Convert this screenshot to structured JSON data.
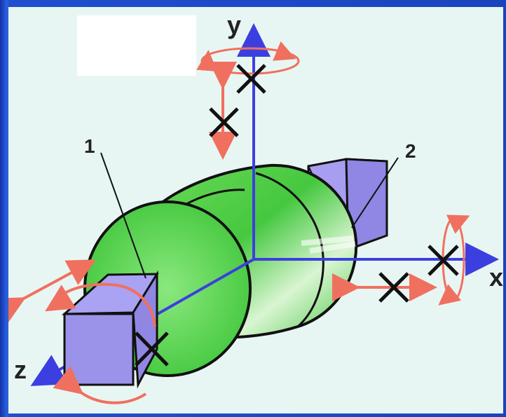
{
  "diagram": {
    "labels": {
      "part_1": "1",
      "part_2": "2",
      "axis_y": "y",
      "axis_x": "x",
      "axis_z": "z"
    },
    "colors": {
      "slide_background": "#1d47c4",
      "panel_background": "#e8f6f3",
      "cylinder_green": "#42c640",
      "block_purple": "#9b93ea",
      "axis_blue": "#3c3fe0",
      "motion_red": "#f0705f",
      "outline": "#111111"
    }
  }
}
